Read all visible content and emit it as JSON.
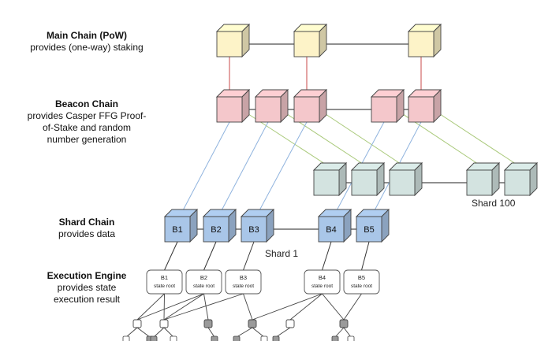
{
  "layers": [
    {
      "title": "Main Chain (PoW)",
      "desc": [
        "provides (one-way) staking"
      ]
    },
    {
      "title": "Beacon Chain",
      "desc": [
        "provides Casper FFG Proof-",
        "of-Stake and random",
        "number generation"
      ]
    },
    {
      "title": "Shard Chain",
      "desc": [
        "provides data"
      ]
    },
    {
      "title": "Execution Engine",
      "desc": [
        "provides state",
        "execution result"
      ]
    }
  ],
  "shard_labels": {
    "shard1": "Shard 1",
    "shard100": "Shard 100"
  },
  "shard_blocks": [
    "B1",
    "B2",
    "B3",
    "B4",
    "B5"
  ],
  "exec_boxes": [
    {
      "title": "B1",
      "sub": "state root"
    },
    {
      "title": "B2",
      "sub": "state root"
    },
    {
      "title": "B3",
      "sub": "state root"
    },
    {
      "title": "B4",
      "sub": "state root"
    },
    {
      "title": "B5",
      "sub": "state root"
    }
  ],
  "colors": {
    "main": "#fdf3c8",
    "beacon": "#f4c7cb",
    "shard100": "#d3e3e0",
    "shard1": "#a9c6e8",
    "link_red": "#c94a4a",
    "link_blue": "#8fb3de",
    "link_green": "#a8c878"
  }
}
